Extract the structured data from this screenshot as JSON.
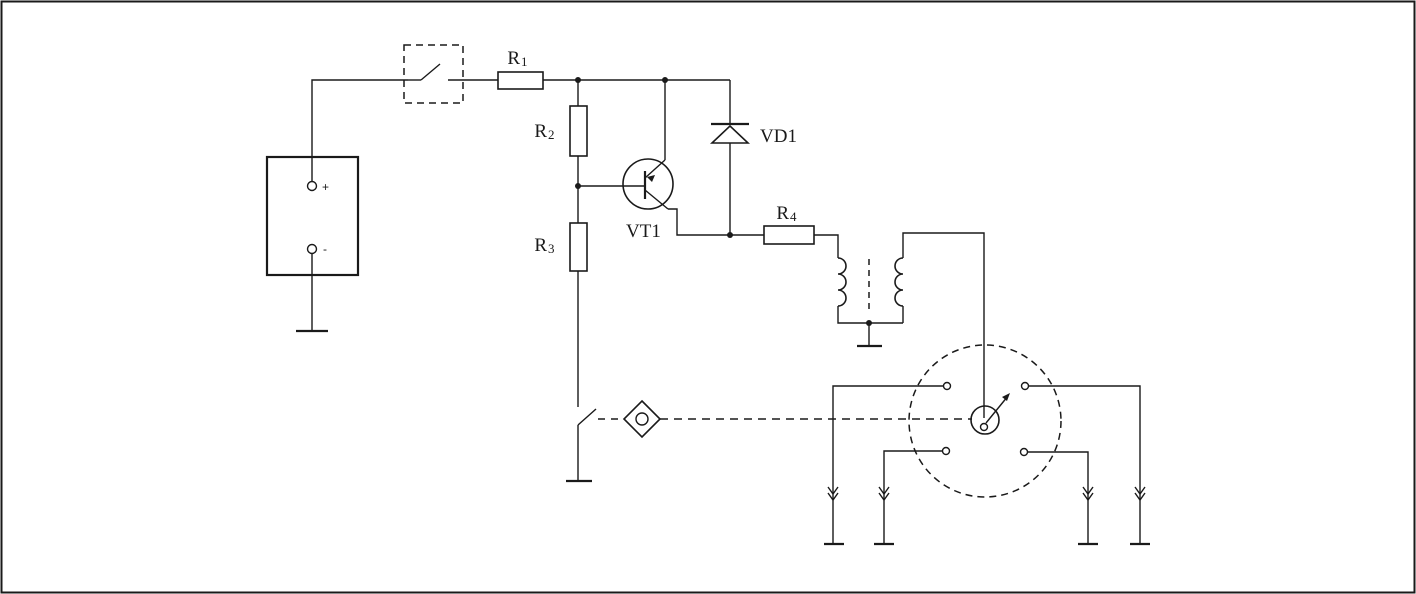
{
  "labels": {
    "r1": "R1",
    "r2": "R2",
    "r3": "R3",
    "r4": "R4",
    "vt1": "VT1",
    "vd1": "VD1",
    "battery_plus": "+",
    "battery_minus": "-"
  },
  "components": {
    "r1": {
      "name": "R",
      "sub": "1"
    },
    "r2": {
      "name": "R",
      "sub": "2"
    },
    "r3": {
      "name": "R",
      "sub": "3"
    },
    "r4": {
      "name": "R",
      "sub": "4"
    }
  },
  "colors": {
    "line": "#1a1a1a",
    "background": "#ffffff"
  }
}
